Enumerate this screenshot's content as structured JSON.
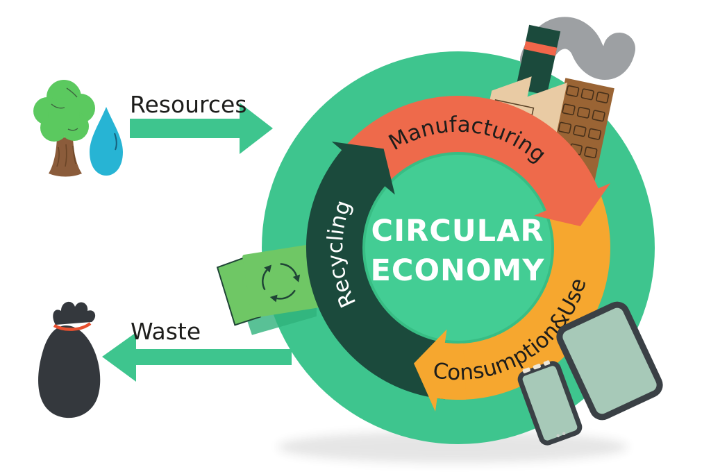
{
  "title": {
    "line1": "CIRCULAR",
    "line2": "ECONOMY"
  },
  "ring": {
    "segments": [
      {
        "id": "consumption",
        "label": "Consumption&Use",
        "color": "#F6A72F",
        "label_color": "#1D1D1B"
      },
      {
        "id": "manufacturing",
        "label": "Manufacturing",
        "color": "#EE6A4B",
        "label_color": "#1D1D1B"
      },
      {
        "id": "recycling",
        "label": "Recycling",
        "color": "#1B4A3C",
        "label_color": "#FFFFFF"
      }
    ]
  },
  "flow": {
    "resources_label": "Resources",
    "waste_label": "Waste"
  },
  "colors": {
    "background": "#FFFFFF",
    "base_circle": "#3EC58E",
    "inner_circle": "#43CD94",
    "inner_circle_rim": "#35B97F",
    "flow_arrow": "#3EC58E",
    "title_text": "#FFFFFF",
    "label_text": "#1D1D1B",
    "tree_foliage": "#5BC95F",
    "tree_trunk": "#8B5C3B",
    "water_drop": "#27B4D4",
    "waste_bag": "#34383D",
    "bag_tie": "#E8502F",
    "recycle_bin": "#6FC765",
    "recycle_bin_shade": "#2FB27C",
    "recycle_symbol": "#1F4436",
    "factory_tan": "#E9CBA4",
    "factory_brown": "#9A6434",
    "factory_line": "#5C4429",
    "chimney": "#1B4A3C",
    "chimney_stripe": "#F2664A",
    "smoke": "#9DA0A3",
    "device_frame": "#3A4045",
    "device_screen": "#A7C9B8",
    "device_button": "#EDE7DA"
  }
}
